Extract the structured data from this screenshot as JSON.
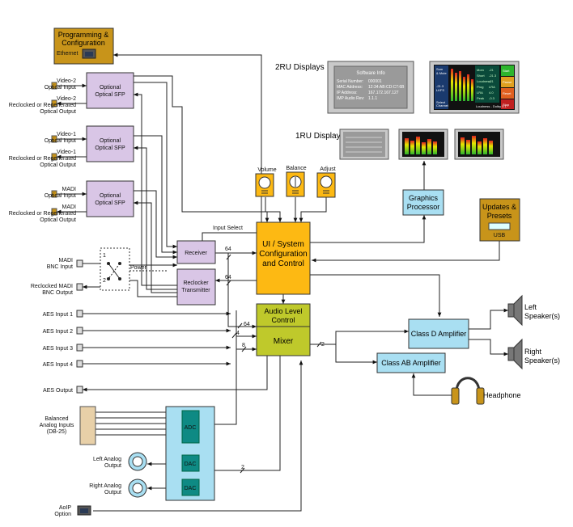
{
  "blocks": {
    "programming": {
      "line1": "Programming &",
      "line2": "Configuration",
      "ethernet": "Ethernet"
    },
    "sfp_label_1": "Optional",
    "sfp_label_2": "Optical SFP",
    "receiver": "Receiver",
    "reclocker_1": "Reclocker",
    "reclocker_2": "Transmitter",
    "power": "Power",
    "ui": {
      "line1": "UI / System",
      "line2": "Configuration",
      "line3": "and Control"
    },
    "audio_level": {
      "line1": "Audio Level",
      "line2": "Control"
    },
    "mixer": "Mixer",
    "graphics": {
      "line1": "Graphics",
      "line2": "Processor"
    },
    "updates": {
      "line1": "Updates &",
      "line2": "Presets",
      "usb": "USB"
    },
    "class_d": "Class D Amplifier",
    "class_ab": "Class AB Amplifier",
    "adc": "ADC",
    "dac": "DAC",
    "input_select": "Input Select"
  },
  "knobs": [
    "Volume",
    "Balance",
    "Adjust"
  ],
  "displays": {
    "two_ru": "2RU Displays",
    "one_ru": "1RU Displays"
  },
  "sfp_io": [
    {
      "in1": "Video-2",
      "in2": "Optical Input",
      "out1": "Video-2",
      "out2": "Reclocked or Regenerated",
      "out3": "Optical Output"
    },
    {
      "in1": "Video-1",
      "in2": "Optical Input",
      "out1": "Video-1",
      "out2": "Reclocked or Regenerated",
      "out3": "Optical Output"
    },
    {
      "in1": "MADI",
      "in2": "Optical Input",
      "out1": "MADI",
      "out2": "Reclocked or Regenerated",
      "out3": "Optical Output"
    }
  ],
  "madi_bnc": {
    "in1": "MADI",
    "in2": "BNC Input",
    "out1": "Reclocked MADI",
    "out2": "BNC Output",
    "sw1": "1",
    "sw2": "2"
  },
  "aes_inputs": [
    "AES Input 1",
    "AES Input 2",
    "AES Input 3",
    "AES Input 4"
  ],
  "aes_output": "AES Output",
  "analog_inputs": {
    "line1": "Balanced",
    "line2": "Analog Inputs",
    "line3": "(DB-25)"
  },
  "analog_outputs": {
    "left1": "Left Analog",
    "left2": "Output",
    "right1": "Right Analog",
    "right2": "Output"
  },
  "aoip": {
    "line1": "AoIP",
    "line2": "Option"
  },
  "speakers": {
    "left1": "Left",
    "left2": "Speaker(s)",
    "right1": "Right",
    "right2": "Speaker(s)"
  },
  "headphone": "Headphone",
  "bus_labels": [
    "64",
    "64",
    "64",
    "4",
    "8",
    "2",
    "2"
  ],
  "screen_software_info": {
    "title": "Software Info",
    "rows": [
      [
        "Serial Number:",
        "000001"
      ],
      [
        "MAC Address:",
        "12:34:AB:CD:C7:6B"
      ],
      [
        "IP Address:",
        "167.172.167.127"
      ],
      [
        "IMP Audio Rev:",
        "1.1.1"
      ]
    ]
  },
  "screen_meters": {
    "left_labels": [
      "Sum",
      "& Mute",
      "-21.3",
      "LKFS",
      "Select",
      "Channel"
    ],
    "right_buttons": [
      "Start",
      "Pause",
      "Reset",
      "Stop"
    ],
    "mid_labels": [
      "Mom",
      "Short",
      "Loudness",
      "Prog",
      "LRA",
      "Peak"
    ],
    "mid_values": [
      "-21",
      "-21.3",
      "-21",
      "LRA",
      "4.0",
      "-0.3"
    ],
    "footer": "Loudness - Dolby 5.1"
  },
  "colors": {
    "tan": "#C8941A",
    "lavender": "#D9C6E6",
    "orange": "#FDB913",
    "olive": "#BFC92B",
    "cyan": "#A9DFF2",
    "teal": "#0E8A84",
    "gray": "#C9C9C9"
  }
}
